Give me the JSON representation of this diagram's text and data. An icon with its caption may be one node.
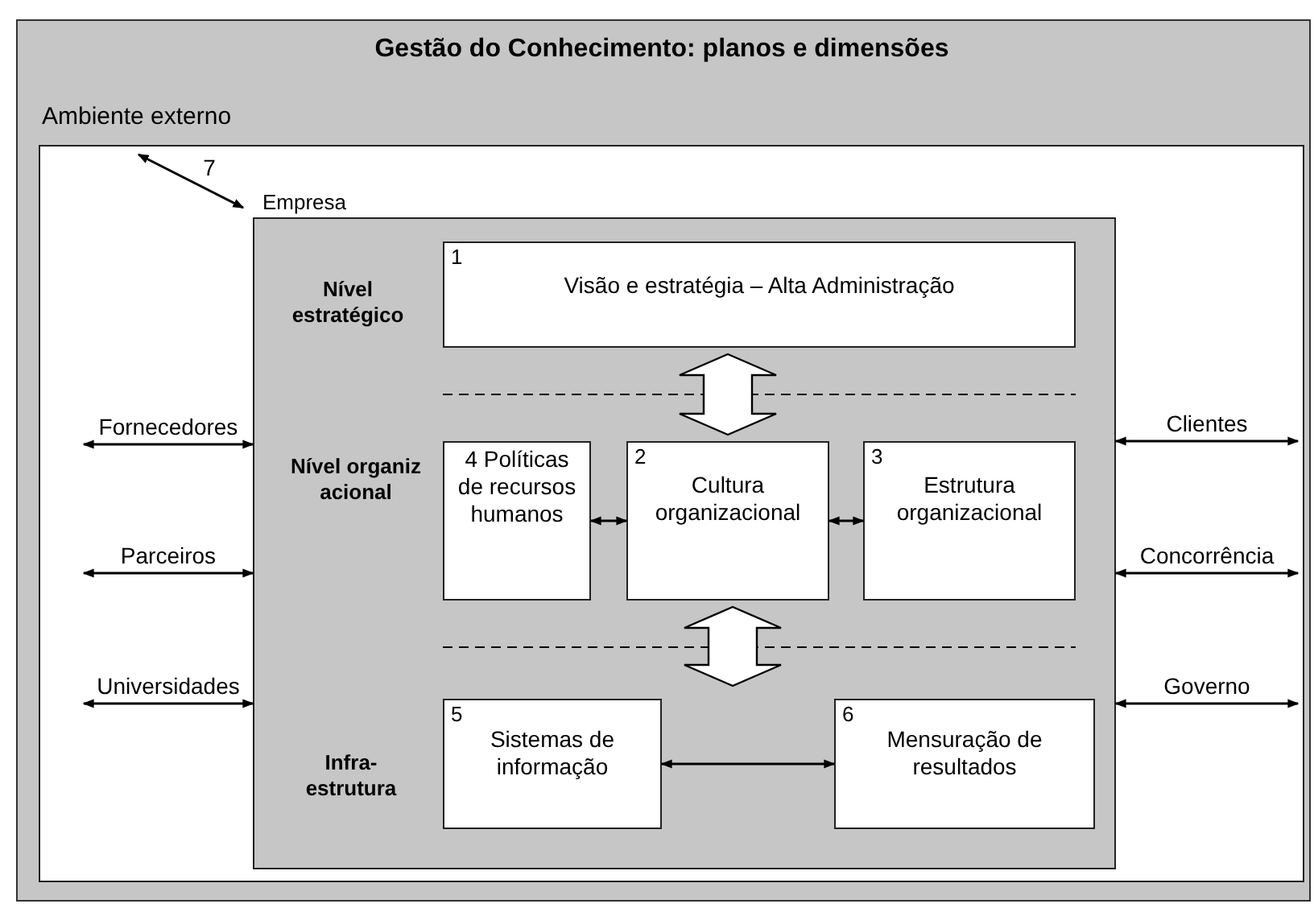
{
  "diagram": {
    "title": "Gestão do Conhecimento: planos e dimensões",
    "nodes": [
      {
        "text": [
          "Ambiente externo"
        ]
      },
      {
        "text": [
          "Empresa"
        ],
        "in": 0
      },
      {
        "text": [
          "1",
          "Visão e estratégia – Alta Administração"
        ],
        "in": 1
      },
      {
        "text": [
          "4 Políticas de recursos humanos"
        ],
        "in": 1
      },
      {
        "text": [
          "2",
          "Cultura organizacional"
        ],
        "in": 1
      },
      {
        "text": [
          "3",
          "Estrutura organizacional"
        ],
        "in": 1
      },
      {
        "text": [
          "5",
          "Sistemas de informação"
        ],
        "in": 1
      },
      {
        "text": [
          "6",
          "Mensuração de resultados"
        ],
        "in": 1
      }
    ],
    "edges": [
      {
        "from": 0,
        "to": 1,
        "arrow": "both",
        "label": "7"
      },
      {
        "from": 3,
        "to": 4,
        "arrow": "both"
      },
      {
        "from": 4,
        "to": 5,
        "arrow": "both"
      },
      {
        "from": 6,
        "to": 7,
        "arrow": "both"
      },
      {
        "from": 2,
        "to": 4,
        "arrow": "both",
        "style": "thick"
      },
      {
        "from": 4,
        "to": null,
        "arrow": "both",
        "style": "thick"
      },
      {
        "from": null,
        "to": 1,
        "arrow": "both",
        "label": "Fornecedores"
      },
      {
        "from": null,
        "to": 1,
        "arrow": "both",
        "label": "Parceiros"
      },
      {
        "from": null,
        "to": 1,
        "arrow": "both",
        "label": "Universidades"
      },
      {
        "from": null,
        "to": 1,
        "arrow": "both",
        "label": "Clientes"
      },
      {
        "from": null,
        "to": 1,
        "arrow": "both",
        "label": "Concorrência"
      },
      {
        "from": null,
        "to": 1,
        "arrow": "both",
        "label": "Governo"
      }
    ],
    "labels": [
      "Nível estratégico",
      "Nível organizacional",
      "Infra-estrutura"
    ]
  }
}
